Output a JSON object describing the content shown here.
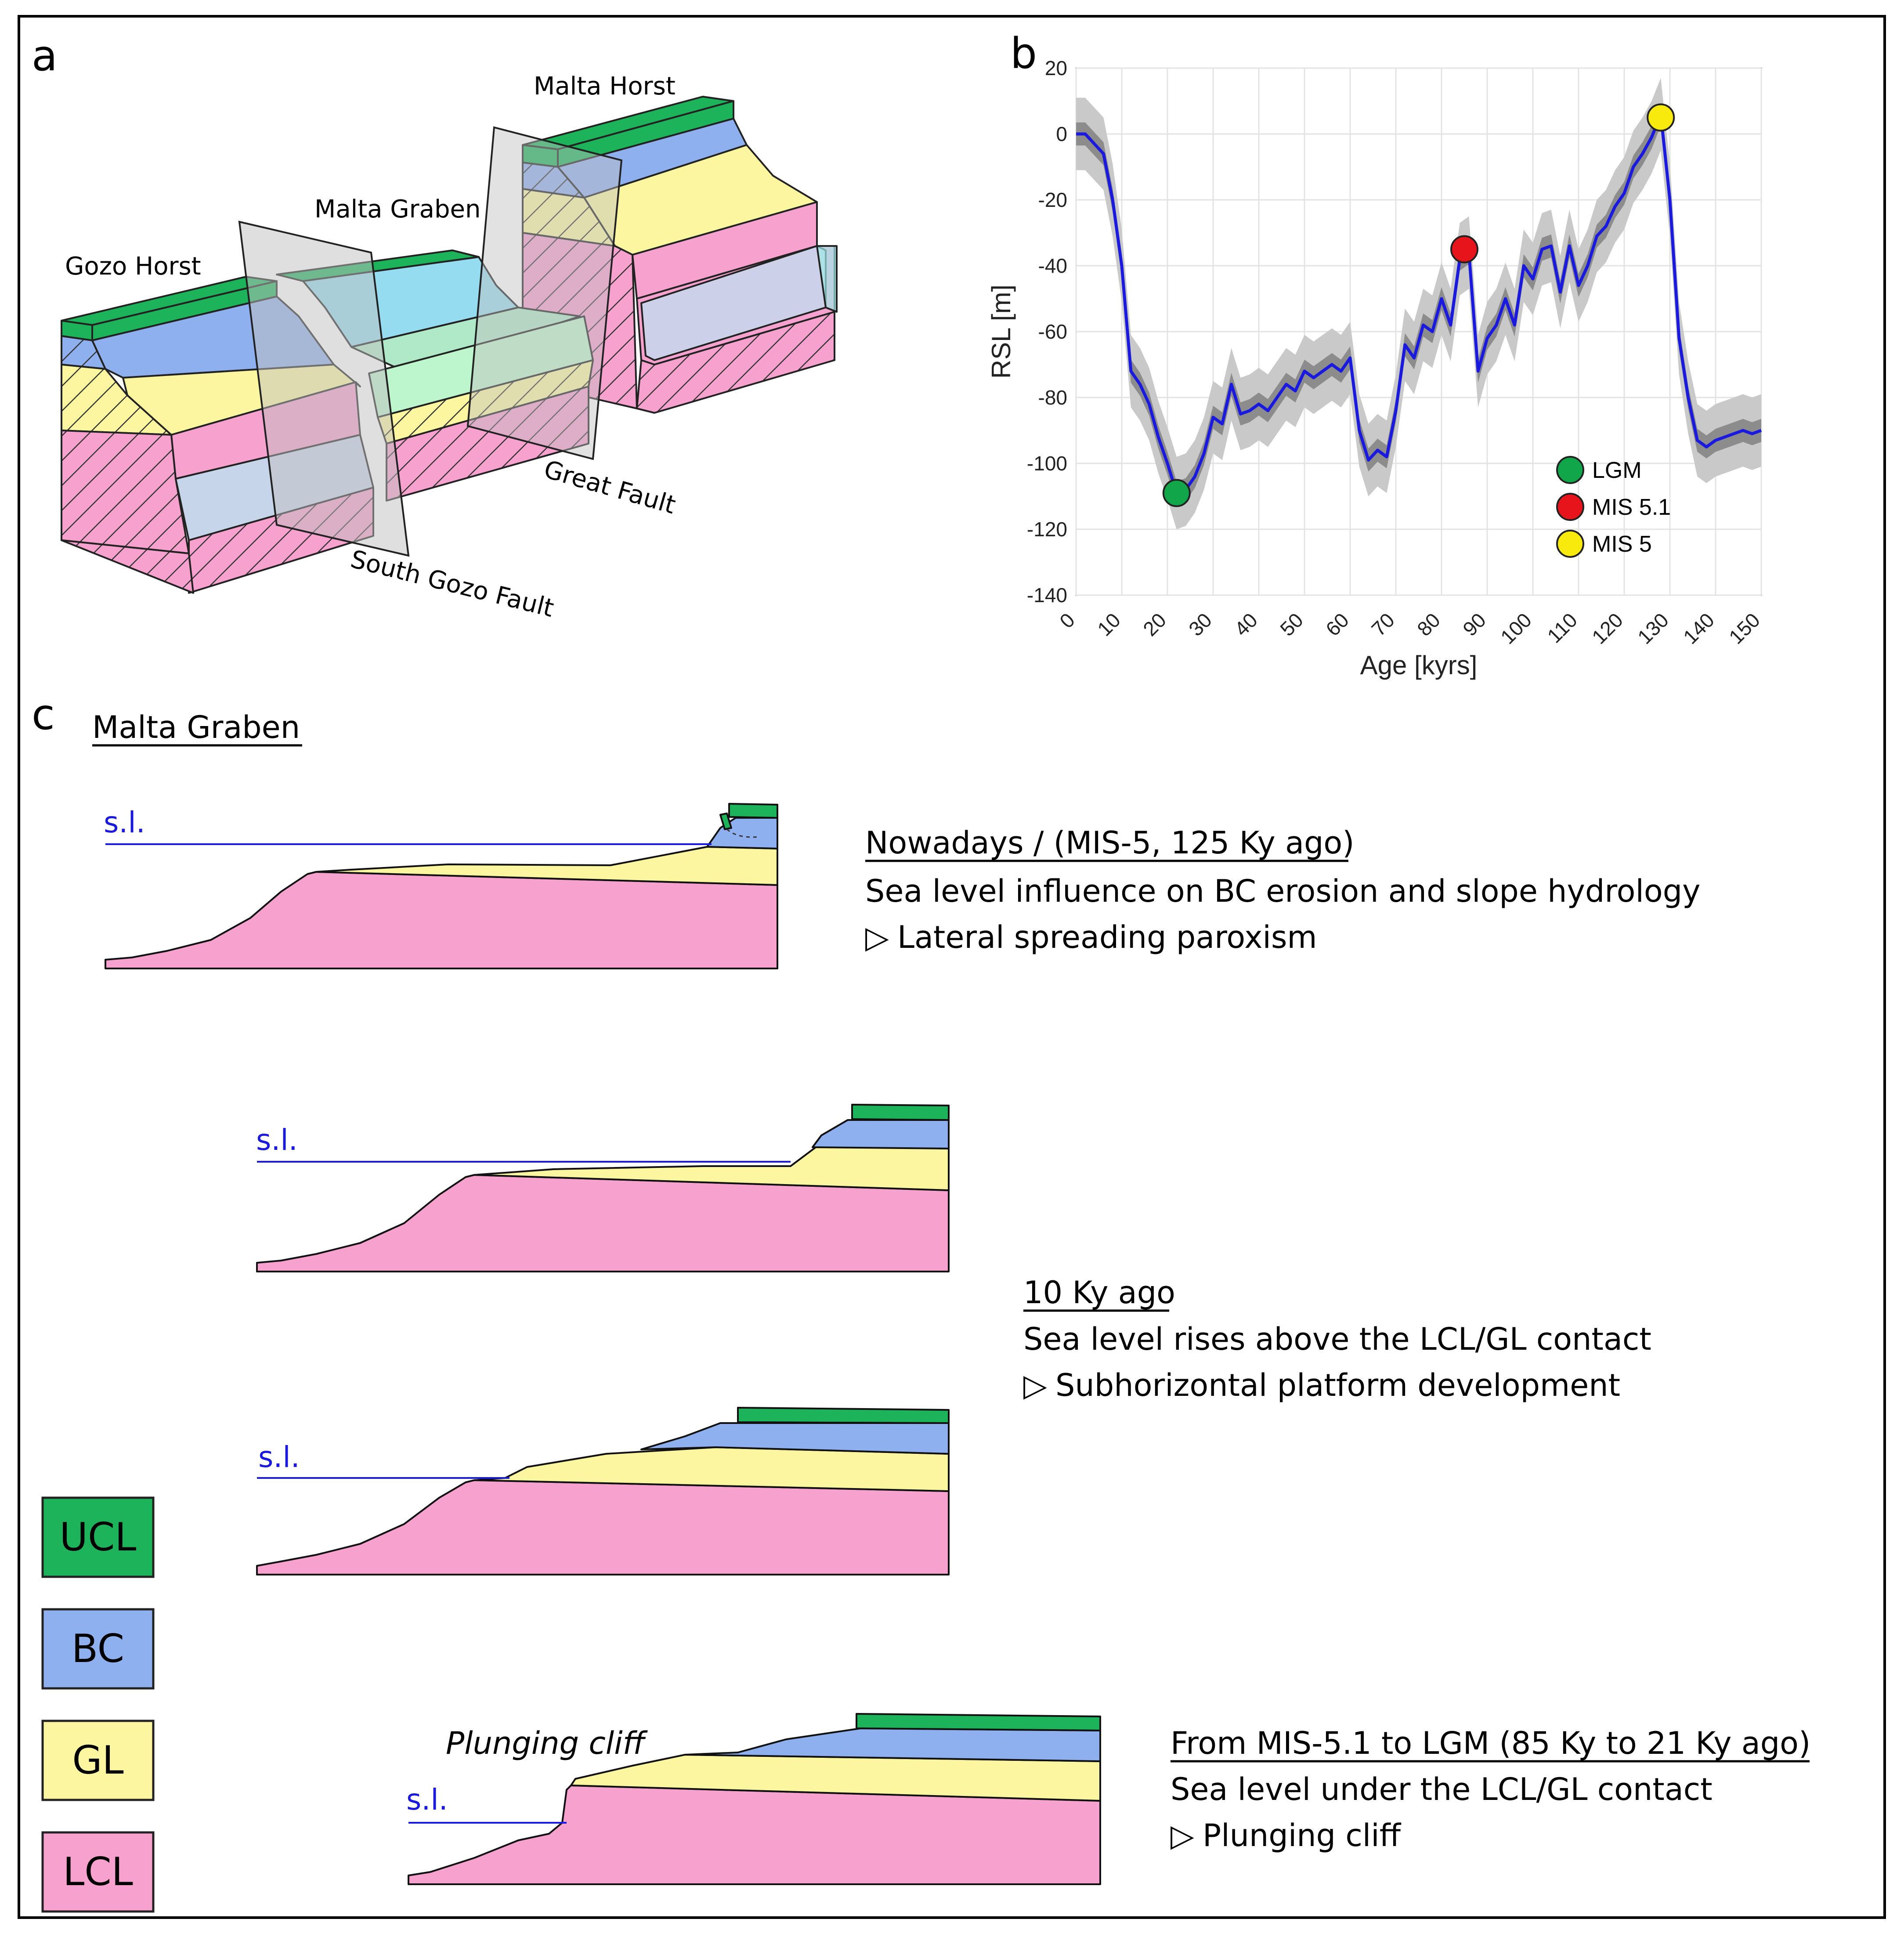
{
  "panel_labels": {
    "a": "a",
    "b": "b",
    "c": "c"
  },
  "panel_a": {
    "labels": {
      "malta_horst": "Malta Horst",
      "malta_graben": "Malta Graben",
      "gozo_horst": "Gozo Horst",
      "great_fault": "Great Fault",
      "south_gozo_fault": "South Gozo Fault"
    }
  },
  "chart_data": {
    "type": "line",
    "xlabel": "Age [kyrs]",
    "ylabel": "RSL [m]",
    "xlim": [
      0,
      150
    ],
    "ylim": [
      -140,
      20
    ],
    "grid": true,
    "x_ticks": [
      0,
      10,
      20,
      30,
      40,
      50,
      60,
      70,
      80,
      90,
      100,
      110,
      120,
      130,
      140,
      150
    ],
    "y_ticks": [
      20,
      0,
      -20,
      -40,
      -60,
      -80,
      -100,
      -120,
      -140
    ],
    "series": [
      {
        "color": "#1a1adf",
        "x": [
          0,
          2,
          4,
          6,
          8,
          10,
          12,
          14,
          16,
          18,
          20,
          22,
          24,
          26,
          28,
          30,
          32,
          34,
          36,
          38,
          40,
          42,
          44,
          46,
          48,
          50,
          52,
          54,
          56,
          58,
          60,
          62,
          64,
          66,
          68,
          70,
          72,
          74,
          76,
          78,
          80,
          82,
          84,
          86,
          88,
          90,
          92,
          94,
          96,
          98,
          100,
          102,
          104,
          106,
          108,
          110,
          112,
          114,
          116,
          118,
          120,
          122,
          124,
          126,
          128,
          130,
          132,
          134,
          136,
          138,
          140,
          142,
          144,
          146,
          148,
          150
        ],
        "y": [
          0,
          0,
          -3,
          -6,
          -20,
          -40,
          -72,
          -76,
          -82,
          -92,
          -100,
          -109,
          -108,
          -104,
          -97,
          -86,
          -88,
          -76,
          -85,
          -84,
          -82,
          -84,
          -80,
          -76,
          -78,
          -72,
          -74,
          -72,
          -70,
          -72,
          -68,
          -90,
          -99,
          -96,
          -98,
          -84,
          -64,
          -68,
          -58,
          -60,
          -50,
          -58,
          -38,
          -36,
          -72,
          -62,
          -58,
          -50,
          -58,
          -40,
          -44,
          -35,
          -34,
          -48,
          -34,
          -46,
          -40,
          -31,
          -28,
          -22,
          -18,
          -10,
          -6,
          -1,
          6,
          -20,
          -62,
          -80,
          -93,
          -95,
          -93,
          -92,
          -91,
          -90,
          -91,
          -90
        ]
      }
    ],
    "legend": {
      "placement": "bottom-right",
      "entries": [
        {
          "label": "LGM",
          "color": "#11a64a",
          "x": 22,
          "y": -109
        },
        {
          "label": "MIS 5.1",
          "color": "#e8141b",
          "x": 85,
          "y": -35
        },
        {
          "label": "MIS 5",
          "color": "#f7ea0c",
          "x": 128,
          "y": 5
        }
      ]
    }
  },
  "panel_c": {
    "title": "Malta Graben",
    "sea_level_label": "s.l.",
    "captions": [
      {
        "title": "Nowadays / (MIS-5, 125 Ky ago)",
        "line1": "Sea level influence on BC erosion and slope hydrology",
        "line2": "Lateral spreading paroxism"
      },
      {
        "title": "10 Ky ago",
        "line1": "Sea level rises above the LCL/GL contact",
        "line2": "Subhorizontal platform development"
      },
      {
        "title": "From MIS-5.1 to LGM (85 Ky to 21 Ky ago)",
        "line1": "Sea level under the LCL/GL contact",
        "line2": "Plunging cliff"
      }
    ],
    "plunging_cliff_label": "Plunging cliff",
    "arrow_glyph": "▷"
  },
  "units_key": [
    {
      "label": "UCL",
      "color": "#1db35a"
    },
    {
      "label": "BC",
      "color": "#8fb0ef"
    },
    {
      "label": "GL",
      "color": "#fcf6a0"
    },
    {
      "label": "LCL",
      "color": "#f7a1cf"
    }
  ]
}
